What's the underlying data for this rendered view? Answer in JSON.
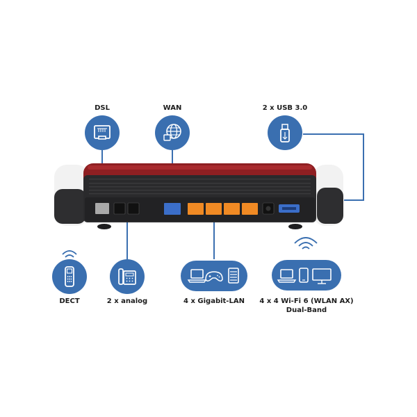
{
  "labels": {
    "dsl": "DSL",
    "wan": "WAN",
    "usb": "2 x USB 3.0",
    "dect": "DECT",
    "analog": "2 x analog",
    "lan": "4 x Gigabit-LAN",
    "wifi_line1": "4 x 4 Wi-Fi 6 (WLAN AX)",
    "wifi_line2": "Dual-Band"
  },
  "icons": {
    "dsl": "ethernet-port-icon",
    "wan": "globe-network-icon",
    "usb": "usb-stick-icon",
    "dect": "cordless-phone-icon",
    "analog": "desk-phone-icon",
    "lan": "laptop-gamepad-nas-icon",
    "wifi": "laptop-tablet-monitor-icon"
  },
  "colors": {
    "icon_blue": "#3a6fb0",
    "connector_line": "#3a6fb0",
    "router_red": "#8e1f22",
    "router_dark": "#2a2a2c",
    "router_white": "#f2f2f2",
    "port_orange": "#f08a24",
    "port_blue": "#3b6ec9",
    "port_grey": "#a9a9a9",
    "port_black": "#111111"
  }
}
